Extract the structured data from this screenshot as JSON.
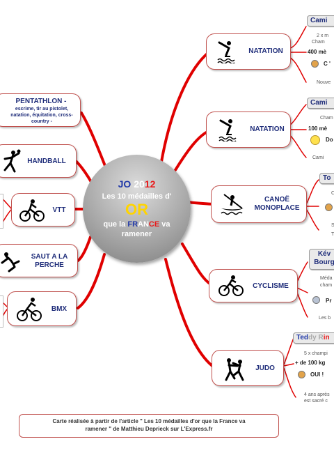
{
  "center": {
    "l1a": "JO",
    "l1b": "20",
    "l1c": "12",
    "l2": "Les 10 médailles d'",
    "l3": "OR",
    "l4a": "que la",
    "l4b": "FR",
    "l4c": "AN",
    "l4d": "CE",
    "l4e": "va",
    "l5": "ramener"
  },
  "left": {
    "pentathlon": {
      "title": "PENTATHLON -",
      "sub": "escrime, tir au pistolet, natation, équitation, cross-country -"
    },
    "handball": "HANDBALL",
    "vtt": "VTT",
    "saut": "SAUT A LA PERCHE",
    "bmx": "BMX"
  },
  "right": {
    "natation1": {
      "label": "NATATION",
      "header": "Cami",
      "line1": "2 x m",
      "line2": "Cham",
      "event": "400 mè",
      "verdict": "C '",
      "foot": "Nouve"
    },
    "natation2": {
      "label": "NATATION",
      "header": "Cami",
      "line1": "Cham",
      "event": "100 mè",
      "verdict": "Do",
      "foot": "Cami"
    },
    "canoe": {
      "label": "CANOË MONOPLACE",
      "header": "To",
      "line1": "C",
      "foot1": "S",
      "foot2": "T"
    },
    "cyclisme": {
      "label": "CYCLISME",
      "header": "Kév",
      "header2": "Bourg",
      "line1": "Méda",
      "line2": "cham",
      "verdict": "Pr",
      "foot": "Les b"
    },
    "judo": {
      "label": "JUDO",
      "header_a": "Ted",
      "header_b": "dy R",
      "header_c": "in",
      "line1": "5 x champi",
      "event": "+ de 100 kg",
      "verdict": "OUI !",
      "foot1": "4 ans après",
      "foot2": "est sacré c"
    }
  },
  "caption": {
    "line1": "Carte réalisée à partir de l'article \" Les 10 médailles d'or que la France va",
    "line2": "ramener \" de Matthieu Deprieck sur L'Express.fr"
  },
  "colors": {
    "branch": "#e00000",
    "node_border": "#c0504d",
    "title_blue": "#1f2d7a",
    "or_yellow": "#ffd400",
    "france_red": "#e8191a",
    "france_blue": "#2038a8"
  }
}
